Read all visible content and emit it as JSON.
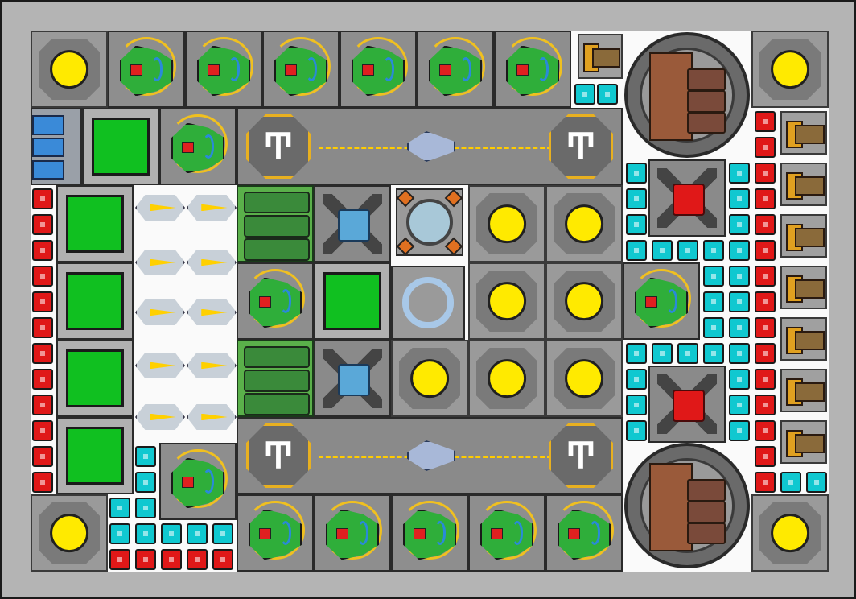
{
  "runways": [
    {
      "start_glyph": "Ͳ",
      "end_glyph": "Ͳ"
    },
    {
      "start_glyph": "Ͳ",
      "end_glyph": "Ͳ"
    }
  ],
  "colors": {
    "reactor_core": "#ffea00",
    "storage": "#10c020",
    "turret": "#2fae3a",
    "armor_red": "#e01818",
    "armor_cyan": "#10c8d0",
    "runway_stripe": "#ffcc00"
  },
  "icons": [
    "reactor-icon",
    "turret-icon",
    "storage-icon",
    "missile-icon",
    "cannon-icon",
    "armor-block-icon",
    "runway-icon",
    "fighter-ship-icon",
    "shield-icon",
    "hub-icon"
  ]
}
